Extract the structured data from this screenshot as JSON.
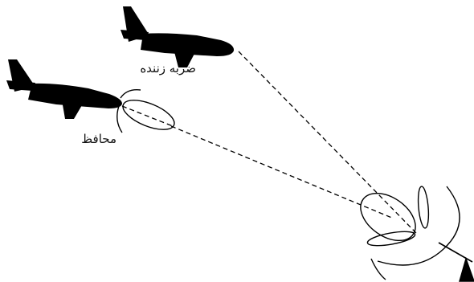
{
  "labels": {
    "striker": "ضربه زننده",
    "escort": "محافظ"
  },
  "colors": {
    "ink": "#000000",
    "background": "#ffffff"
  },
  "icons": {
    "top_aircraft": "aircraft-silhouette",
    "escort_aircraft": "aircraft-silhouette",
    "radar": "radar-antenna"
  }
}
